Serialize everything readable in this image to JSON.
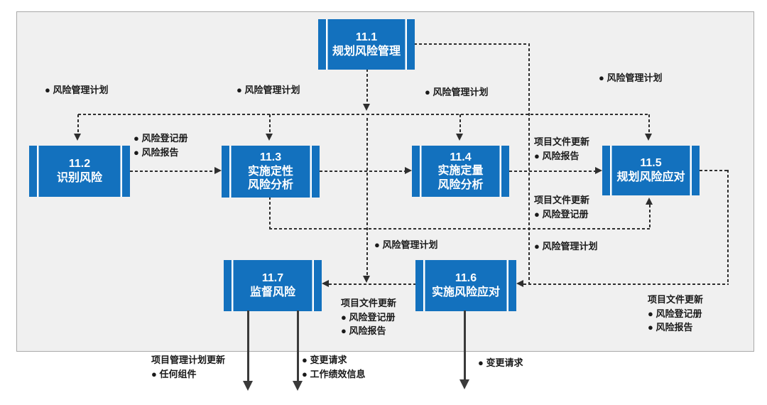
{
  "colors": {
    "box_blue": "#1371BE",
    "frame_background": "#F0F0F0",
    "frame_border": "#A9A9A9",
    "flow_line": "#2E2E2E"
  },
  "boxes": {
    "plan_risk_management": {
      "number": "11.1",
      "name": [
        "规划风险管理"
      ]
    },
    "identify_risks": {
      "number": "11.2",
      "name": [
        "识别风险"
      ]
    },
    "qualitative_analysis": {
      "number": "11.3",
      "name": [
        "实施定性",
        "风险分析"
      ]
    },
    "quantitative_analysis": {
      "number": "11.4",
      "name": [
        "实施定量",
        "风险分析"
      ]
    },
    "plan_risk_responses": {
      "number": "11.5",
      "name": [
        "规划风险应对"
      ]
    },
    "implement_risk_responses": {
      "number": "11.6",
      "name": [
        "实施风险应对"
      ]
    },
    "monitor_risks": {
      "number": "11.7",
      "name": [
        "监督风险"
      ]
    }
  },
  "labels": {
    "risk_mgmt_plan_above_112": [
      "● 风险管理计划"
    ],
    "risk_mgmt_plan_above_113": [
      "● 风险管理计划"
    ],
    "risk_mgmt_plan_above_114": [
      "● 风险管理计划"
    ],
    "risk_mgmt_plan_above_115": [
      "● 风险管理计划"
    ],
    "outputs_112_to_113": [
      "● 风险登记册",
      "● 风险报告"
    ],
    "outputs_114_to_115_top": [
      "项目文件更新",
      "● 风险报告"
    ],
    "outputs_114_to_115_bottom": [
      "项目文件更新",
      "● 风险登记册"
    ],
    "risk_mgmt_plan_above_116_left": [
      "● 风险管理计划"
    ],
    "risk_mgmt_plan_above_116_right": [
      "● 风险管理计划"
    ],
    "outputs_116_to_117": [
      "项目文件更新",
      "● 风险登记册",
      "● 风险报告"
    ],
    "outputs_115_to_116": [
      "项目文件更新",
      "● 风险登记册",
      "● 风险报告"
    ],
    "outputs_117_pm_plan": [
      "项目管理计划更新",
      "● 任何组件"
    ],
    "outputs_117_changes": [
      "● 变更请求",
      "● 工作绩效信息"
    ],
    "outputs_116_changes": [
      "● 变更请求"
    ]
  }
}
